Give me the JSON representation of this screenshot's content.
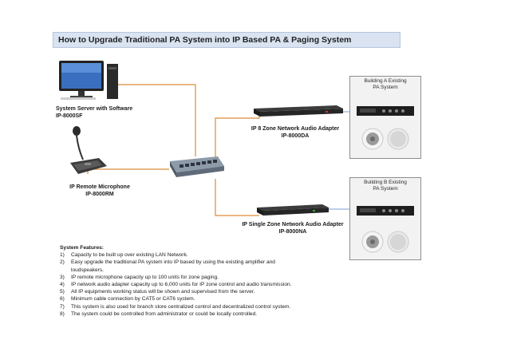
{
  "title": "How to Upgrade Traditional PA System into IP Based PA & Paging System",
  "server": {
    "label": "System Server with Software",
    "model": "IP-8000SF"
  },
  "microphone": {
    "label": "IP Remote Microphone",
    "model": "IP-8000RM"
  },
  "adapter_8zone": {
    "label": "IP 8 Zone Network Audio Adapter",
    "model": "IP-8000DA"
  },
  "adapter_single": {
    "label": "IP Single Zone Network Audio Adapter",
    "model": "IP-8000NA"
  },
  "building_a": {
    "line1": "Building A Existing",
    "line2": "PA System"
  },
  "building_b": {
    "line1": "Building B Existing",
    "line2": "PA System"
  },
  "features": {
    "heading": "System Features:",
    "items": [
      {
        "num": "1)",
        "text": "Capacity to be built up over existing LAN Network."
      },
      {
        "num": "2)",
        "text": "Easy upgrade the traditional PA system into IP based by using the existing amplifier and",
        "text2": "loudspeakers."
      },
      {
        "num": "3)",
        "text": "IP remote microphone capacity up to 100 units for zone paging."
      },
      {
        "num": "4)",
        "text": "IP network audio adapter capacity up to 6,000 units for IP zone control and audio transmission."
      },
      {
        "num": "5)",
        "text": "All IP equipments working status will be shown and supervised from the server."
      },
      {
        "num": "6)",
        "text": "Minimum cable connection by CAT5 or CAT6 system."
      },
      {
        "num": "7)",
        "text": "This system is also used for branch store centralized control and decentralized control system."
      },
      {
        "num": "8)",
        "text": "The system could be controlled from administrator or could be locally controlled."
      }
    ]
  },
  "colors": {
    "link_line": "#d98c3a",
    "title_bg": "#d9e3f1",
    "building_box_bg": "#f2f2f2"
  }
}
